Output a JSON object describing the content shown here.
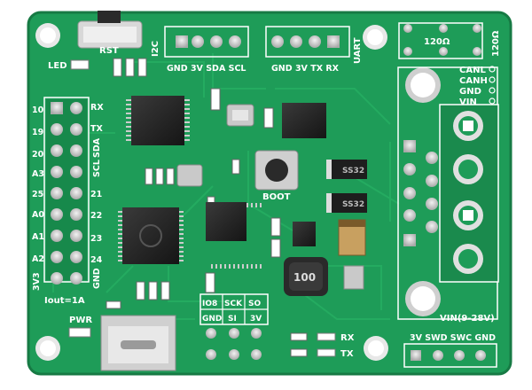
{
  "board": {
    "top_labels": {
      "rst": "RST",
      "led": "LED",
      "i2c": "I2C",
      "uart": "UART",
      "i2c_pins": "GND 3V SDA SCL",
      "uart_pins": "GND 3V TX RX",
      "r120_a": "120Ω",
      "r120_b": "120Ω"
    },
    "right_labels": {
      "canl": "CANL",
      "canh": "CANH",
      "gnd": "GND",
      "vin": "VIN",
      "vin_range": "VIN(9-28V)"
    },
    "left_header": {
      "left_col": [
        "10",
        "19",
        "20",
        "A3",
        "25",
        "A0",
        "A1",
        "A2",
        "3V3"
      ],
      "right_col": [
        "RX",
        "TX",
        "SCL",
        "SDA",
        "21",
        "22",
        "23",
        "24",
        "GND"
      ],
      "iout": "Iout=1A"
    },
    "bottom_labels": {
      "pwr": "PWR",
      "spi_top": [
        "IO8",
        "SCK",
        "SO"
      ],
      "spi_bottom": [
        "GND",
        "SI",
        "3V"
      ],
      "rx": "RX",
      "tx": "TX",
      "swd": "3V SWD SWC GND"
    },
    "parts": {
      "boot": "BOOT",
      "inductor": "100",
      "diode_a": "SS32",
      "diode_b": "SS32"
    },
    "colors": {
      "pcb": "#1e9c58",
      "silk": "#ffffff",
      "pad": "#d9d9d9",
      "chip": "#222222"
    }
  }
}
